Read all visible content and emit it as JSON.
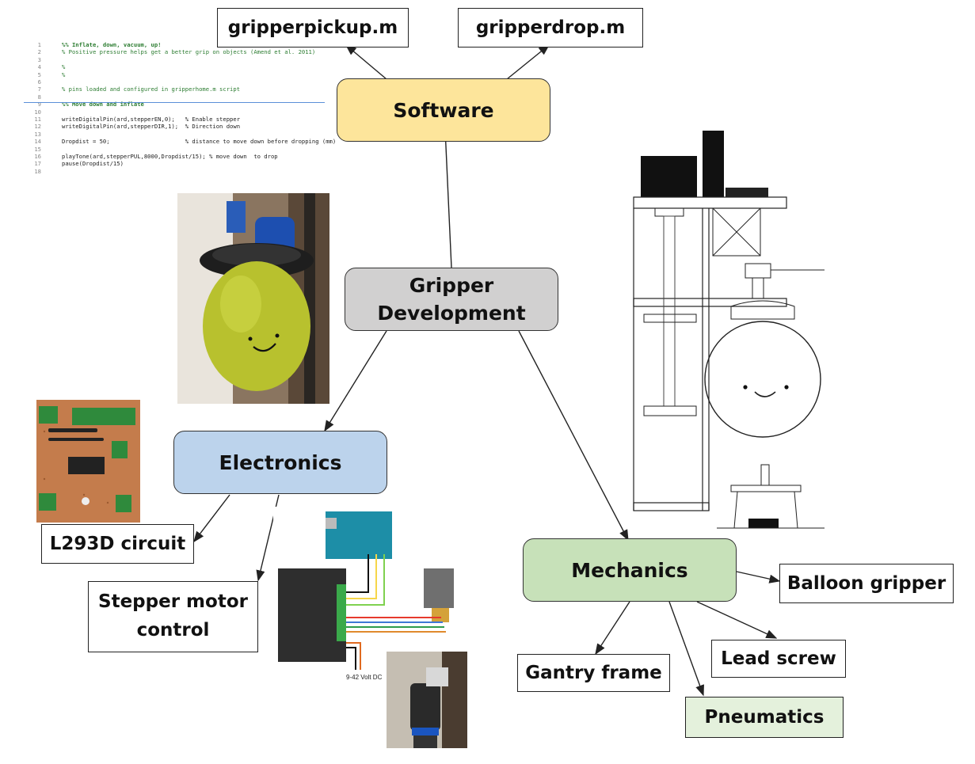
{
  "nodes": {
    "software": "Software",
    "gripper_development": [
      "Gripper",
      "Development"
    ],
    "electronics": "Electronics",
    "mechanics": "Mechanics",
    "gripperpickup": "gripperpickup.m",
    "gripperdrop": "gripperdrop.m",
    "l293d": "L293D circuit",
    "stepper_control": [
      "Stepper motor",
      "control"
    ],
    "balloon_gripper": "Balloon gripper",
    "lead_screw": "Lead screw",
    "gantry_frame": "Gantry frame",
    "pneumatics": "Pneumatics"
  },
  "colors": {
    "software": "#fde59b",
    "gripper": "#d1d0d0",
    "electronics": "#bcd3ec",
    "mechanics": "#c7e1b9",
    "pneumatics": "#e4f1dc",
    "line": "#222222"
  },
  "code_snippet": {
    "lines": [
      {
        "n": "1",
        "t": "%% Inflate, down, vacuum, up!"
      },
      {
        "n": "2",
        "t": "% Positive pressure helps get a better grip on objects (Amend et al. 2011)"
      },
      {
        "n": "3",
        "t": ""
      },
      {
        "n": "4",
        "t": "%"
      },
      {
        "n": "5",
        "t": "%"
      },
      {
        "n": "6",
        "t": ""
      },
      {
        "n": "7",
        "t": "% pins loaded and configured in gripperhome.m script"
      },
      {
        "n": "8",
        "t": ""
      },
      {
        "n": "9",
        "t": "%% Move down and inflate"
      },
      {
        "n": "10",
        "t": ""
      },
      {
        "n": "11",
        "t": "writeDigitalPin(ard,stepperEN,0);   % Enable stepper"
      },
      {
        "n": "12",
        "t": "writeDigitalPin(ard,stepperDIR,1);  % Direction down"
      },
      {
        "n": "13",
        "t": ""
      },
      {
        "n": "14",
        "t": "Dropdist = 50;                      % distance to move down before dropping (mm)"
      },
      {
        "n": "15",
        "t": ""
      },
      {
        "n": "16",
        "t": "playTone(ard,stepperPUL,8000,Dropdist/15); % move down  to drop"
      },
      {
        "n": "17",
        "t": "pause(Dropdist/15)"
      },
      {
        "n": "18",
        "t": ""
      }
    ]
  },
  "wiring_label": "9-42 Volt DC"
}
